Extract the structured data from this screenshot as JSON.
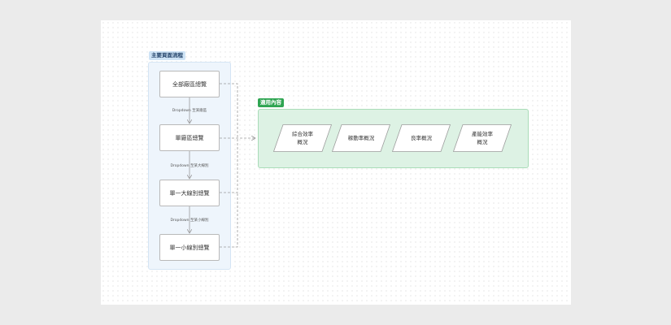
{
  "main_flow": {
    "title": "主要頁面流程",
    "steps": [
      "全部廠區總覽",
      "單廠區總覽",
      "單一大線別總覽",
      "單一小線別總覽"
    ],
    "transitions": [
      "Dropdown 至某廠區",
      "Dropdown 至某大線別",
      "Dropdown 至某小線別"
    ]
  },
  "apply": {
    "title": "適用內容",
    "items": [
      "綜合效率概況",
      "稼動率概況",
      "良率概況",
      "產能效率概況"
    ]
  },
  "colors": {
    "main_panel": "#eef5fc",
    "apply_panel": "#ddf2e4",
    "apply_tag": "#2fa552",
    "connector": "#9a9a9a"
  }
}
